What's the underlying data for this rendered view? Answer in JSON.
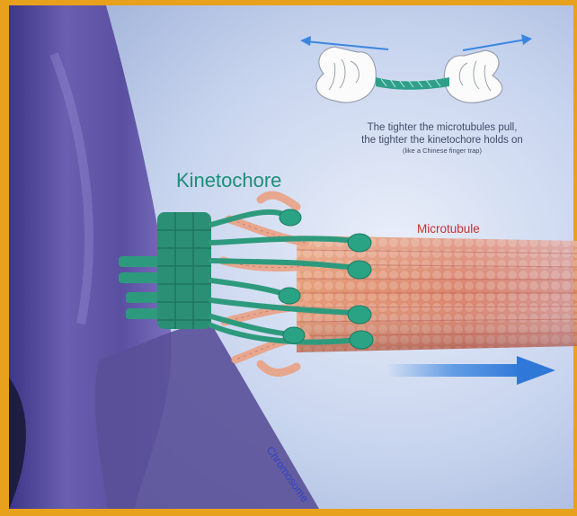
{
  "caption": {
    "line1": "The tighter the microtubules pull,",
    "line2": "the tighter the kinetochore holds on",
    "line3": "(like a Chinese finger trap)"
  },
  "labels": {
    "kinetochore": "Kinetochore",
    "microtubule": "Microtubule",
    "chromosome": "Chromosome"
  },
  "colors": {
    "background": "#b9c8e6",
    "chromosome": "#5b4f9b",
    "kinetochore": "#2e9a7d",
    "microtubule": "#e8906b",
    "arrow": "#3c86e0",
    "frame": "#e8a11c"
  },
  "icons": [
    "left-arrow-icon",
    "right-arrow-icon",
    "hand-icon",
    "finger-trap-icon",
    "pull-direction-arrow-icon"
  ]
}
